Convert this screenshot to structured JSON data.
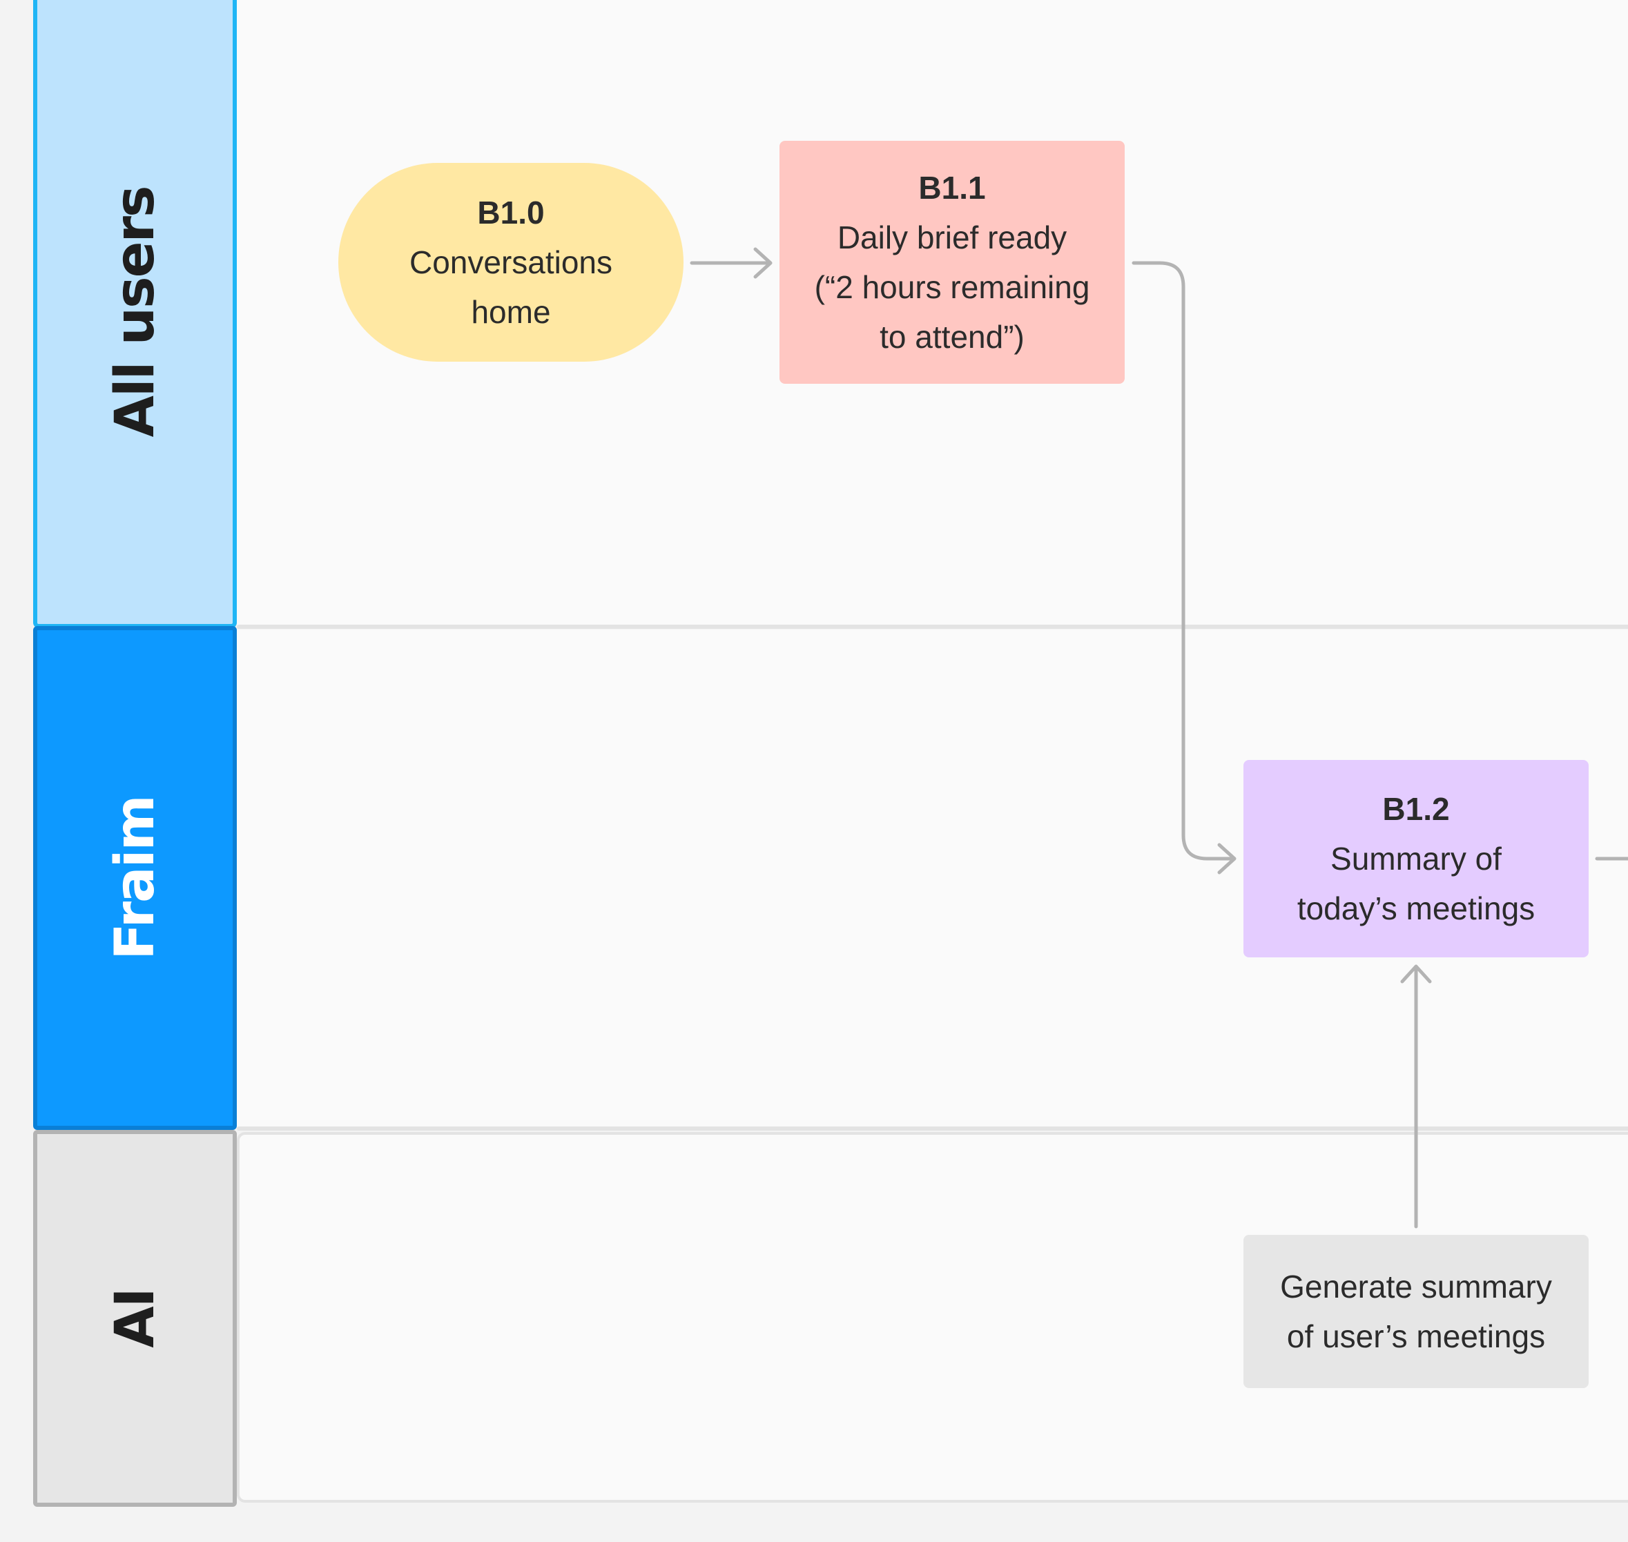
{
  "lanes": [
    {
      "label": "All users",
      "color": "#bde3fd",
      "border": "#1fb5f5"
    },
    {
      "label": "Fraim",
      "color": "#0d99ff",
      "border": "#0a7fd6"
    },
    {
      "label": "AI",
      "color": "#e6e6e6",
      "border": "#b3b3b3"
    }
  ],
  "nodes": {
    "b10": {
      "id": "B1.0",
      "lines": [
        "Conversations",
        "home"
      ],
      "color": "#ffe8a3"
    },
    "b11": {
      "id": "B1.1",
      "lines": [
        "Daily brief ready",
        "(“2 hours remaining",
        "to attend”)"
      ],
      "color": "#ffc7c2"
    },
    "b12": {
      "id": "B1.2",
      "lines": [
        "Summary of",
        "today’s meetings"
      ],
      "color": "#e4ccff"
    },
    "gen": {
      "lines": [
        "Generate summary",
        "of user’s meetings"
      ],
      "color": "#e6e6e6"
    }
  },
  "connector_color": "#b3b3b3"
}
